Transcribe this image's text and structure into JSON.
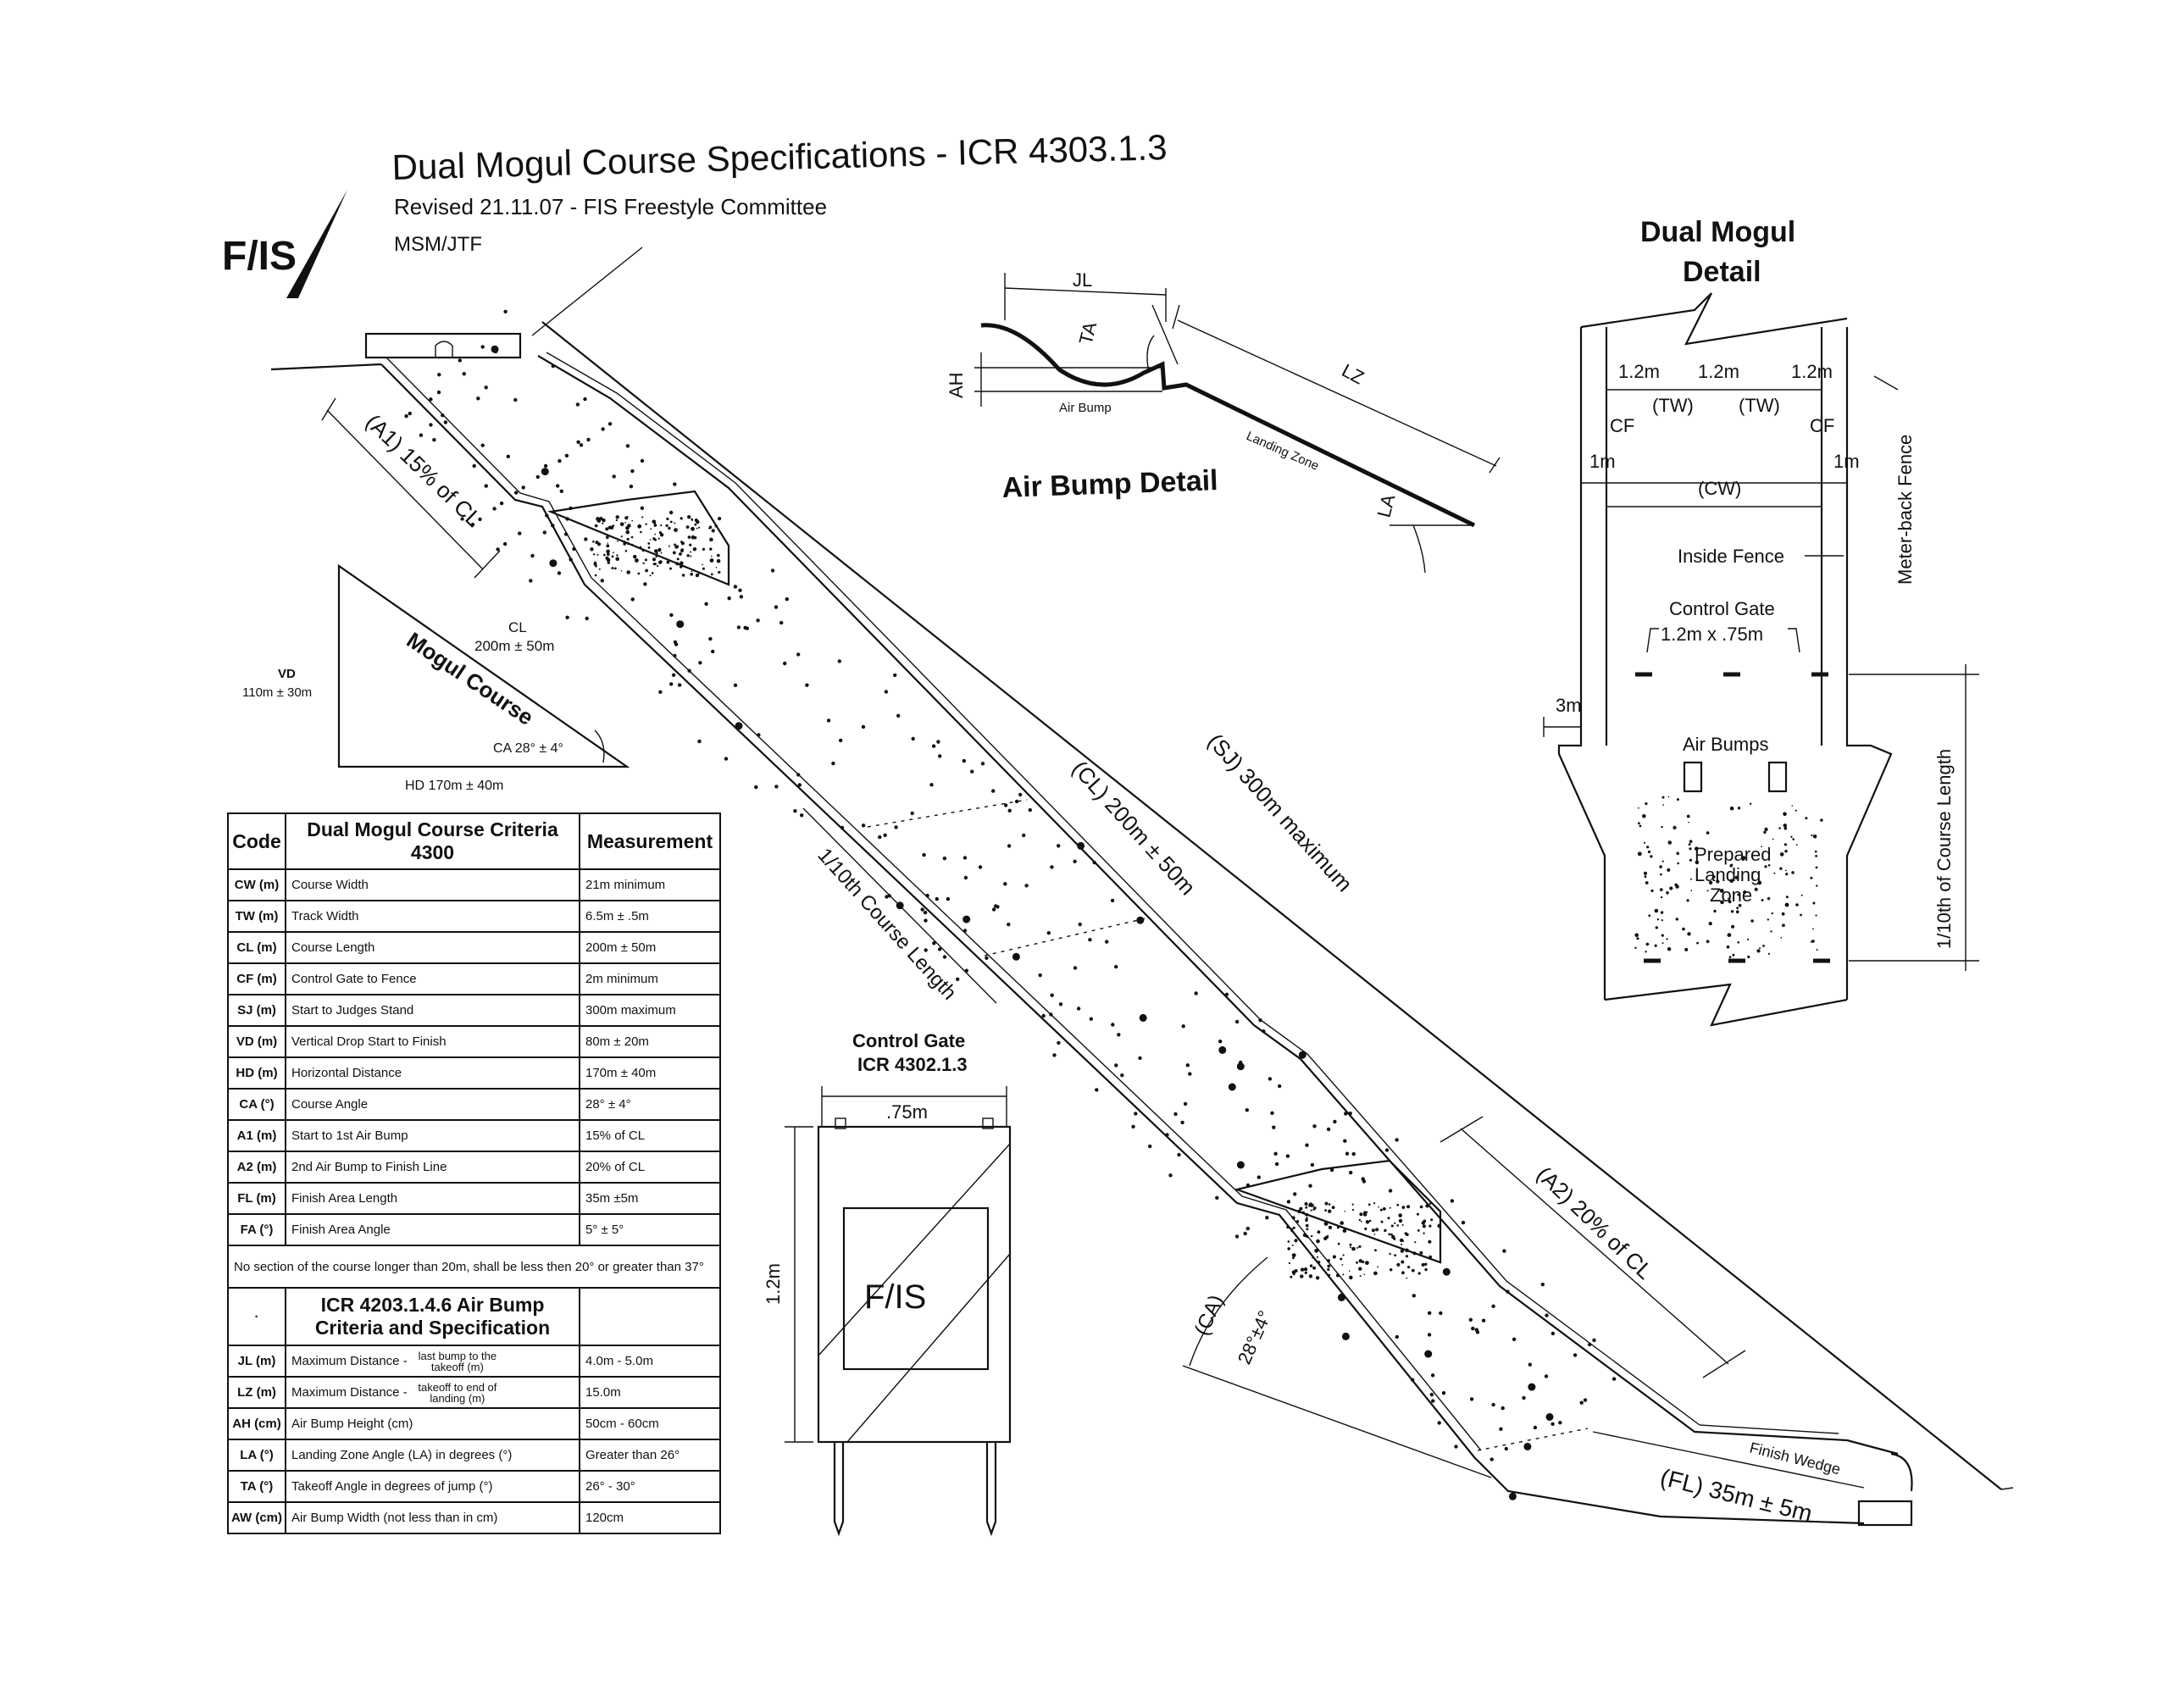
{
  "header": {
    "title": "Dual Mogul Course Specifications - ICR 4303.1.3",
    "revised": "Revised 21.11.07 - FIS Freestyle Committee",
    "initials": "MSM/JTF",
    "logo_text": "F/IS"
  },
  "course": {
    "a1_label": "(A1) 15% of CL",
    "cl_label": "(CL) 200m ± 50m",
    "sj_label": "(SJ) 300m maximum",
    "tenth_label": "1/10th Course Length",
    "a2_label": "(A2) 20% of CL",
    "ca_label": "(CA)",
    "ca_value": "28°±4°",
    "finish_wedge": "Finish Wedge",
    "fl_label": "(FL) 35m ± 5m"
  },
  "triangle": {
    "cl": "CL",
    "cl_value": "200m ± 50m",
    "vd": "VD",
    "vd_value": "110m ± 30m",
    "name": "Mogul Course",
    "ca": "CA 28° ± 4°",
    "hd": "HD 170m ± 40m"
  },
  "air_bump": {
    "title": "Air Bump Detail",
    "jl": "JL",
    "ta": "TA",
    "ah": "AH",
    "bump": "Air Bump",
    "lz": "LZ",
    "landing": "Landing Zone",
    "la": "LA"
  },
  "detail": {
    "title_line1": "Dual Mogul",
    "title_line2": "Detail",
    "w1": "1.2m",
    "w2": "1.2m",
    "w3": "1.2m",
    "tw1": "(TW)",
    "tw2": "(TW)",
    "cf1": "CF",
    "cf2": "CF",
    "m1": "1m",
    "m2": "1m",
    "cw": "(CW)",
    "meter_back": "Meter-back Fence",
    "inside_fence": "Inside Fence",
    "control_gate": "Control Gate",
    "gate_size": "1.2m x .75m",
    "three_m": "3m",
    "air_bumps": "Air Bumps",
    "prepared1": "Prepared",
    "prepared2": "Landing",
    "prepared3": "Zone",
    "tenth": "1/10th of Course Length"
  },
  "gate": {
    "title1": "Control Gate",
    "title2": "ICR 4302.1.3",
    "width": ".75m",
    "height": "1.2m",
    "logo": "F/IS"
  },
  "table": {
    "h_code": "Code",
    "h_criteria": "Dual Mogul Course Criteria 4300",
    "h_measure": "Measurement",
    "rows": [
      {
        "code": "CW (m)",
        "desc": "Course Width",
        "value": "21m minimum"
      },
      {
        "code": "TW (m)",
        "desc": "Track Width",
        "value": "6.5m ± .5m"
      },
      {
        "code": "CL (m)",
        "desc": "Course Length",
        "value": "200m ± 50m"
      },
      {
        "code": "CF (m)",
        "desc": "Control Gate to Fence",
        "value": "2m minimum"
      },
      {
        "code": "SJ (m)",
        "desc": "Start to Judges Stand",
        "value": "300m maximum"
      },
      {
        "code": "VD (m)",
        "desc": "Vertical Drop Start to Finish",
        "value": "80m ± 20m"
      },
      {
        "code": "HD (m)",
        "desc": "Horizontal Distance",
        "value": "170m ± 40m"
      },
      {
        "code": "CA (°)",
        "desc": "Course Angle",
        "value": "28° ± 4°"
      },
      {
        "code": "A1 (m)",
        "desc": "Start to 1st Air Bump",
        "value": "15% of CL"
      },
      {
        "code": "A2 (m)",
        "desc": "2nd Air Bump to Finish Line",
        "value": "20% of CL"
      },
      {
        "code": "FL (m)",
        "desc": "Finish Area Length",
        "value": "35m ±5m"
      },
      {
        "code": "FA (°)",
        "desc": "Finish Area Angle",
        "value": "5° ± 5°"
      }
    ],
    "note": "No section of the course longer than 20m, shall be less then 20° or greater than 37°",
    "sub_title": "ICR 4203.1.4.6 Air Bump Criteria and Specification",
    "sub_dot": "·",
    "sub_rows": [
      {
        "code": "JL (m)",
        "desc": "Maximum Distance -",
        "desc_small": "last bump to the takeoff (m)",
        "value": "4.0m - 5.0m"
      },
      {
        "code": "LZ (m)",
        "desc": "Maximum Distance -",
        "desc_small": "takeoff to end of landing (m)",
        "value": "15.0m"
      },
      {
        "code": "AH (cm)",
        "desc": "Air Bump Height (cm)",
        "desc_small": "",
        "value": "50cm - 60cm"
      },
      {
        "code": "LA (°)",
        "desc": "Landing Zone Angle (LA) in degrees (°)",
        "desc_small": "",
        "value": "Greater than 26°"
      },
      {
        "code": "TA (°)",
        "desc": "Takeoff Angle in degrees of jump (°)",
        "desc_small": "",
        "value": "26° - 30°"
      },
      {
        "code": "AW (cm)",
        "desc": "Air Bump Width (not less than in cm)",
        "desc_small": "",
        "value": "120cm"
      }
    ]
  }
}
